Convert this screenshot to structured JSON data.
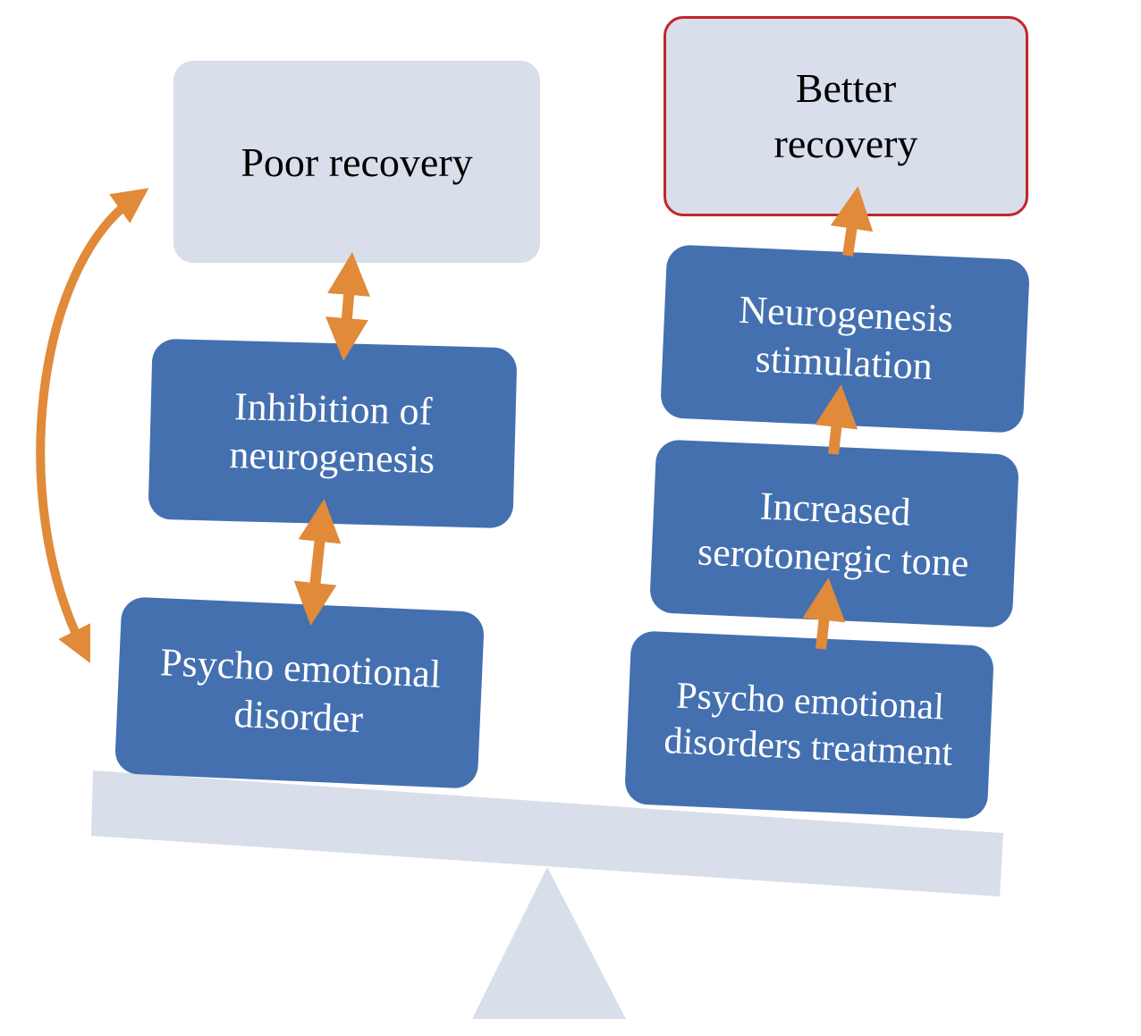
{
  "diagram": {
    "left_side": {
      "outcome": "Poor recovery",
      "middle": "Inhibition of neurogenesis",
      "base": "Psycho emotional disorder"
    },
    "right_side": {
      "outcome": "Better recovery",
      "step3": "Neurogenesis stimulation",
      "step2": "Increased serotonergic tone",
      "base": "Psycho emotional disorders treatment"
    },
    "colors": {
      "blue_box": "#4470b0",
      "light_box": "#d8deea",
      "arrow": "#e08a3a",
      "highlight_border": "#c0262c",
      "scale": "#d8deea"
    }
  }
}
